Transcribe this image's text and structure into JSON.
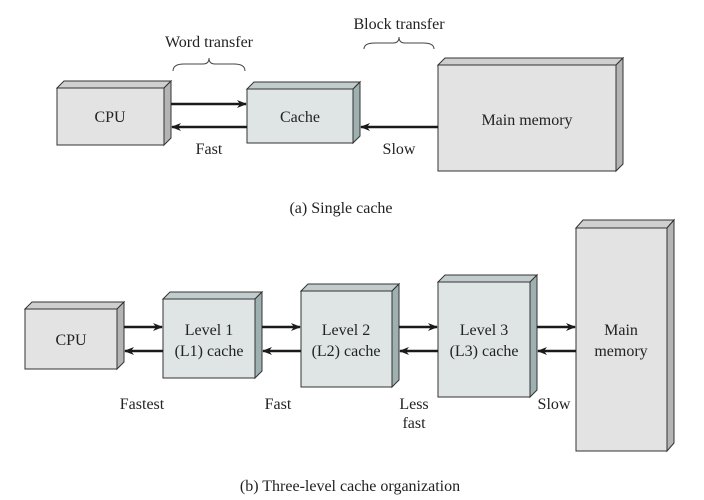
{
  "colors": {
    "gray_face": "#e3e3e3",
    "gray_top": "#cfcfcf",
    "gray_side": "#b4b4b4",
    "cache_face": "#dfe5e5",
    "cache_top": "#c3cccc",
    "cache_side": "#9fb0b0",
    "stroke": "#333333",
    "arrow": "#1a1a1a"
  },
  "single_cache": {
    "caption": "(a) Single cache",
    "cpu_label": "CPU",
    "cache_label": "Cache",
    "main_memory_label": "Main memory",
    "word_transfer_label": "Word transfer",
    "block_transfer_label": "Block transfer",
    "fast_label": "Fast",
    "slow_label": "Slow"
  },
  "three_level": {
    "caption": "(b) Three-level cache organization",
    "cpu_label": "CPU",
    "l1_line1": "Level 1",
    "l1_line2": "(L1) cache",
    "l2_line1": "Level 2",
    "l2_line2": "(L2) cache",
    "l3_line1": "Level 3",
    "l3_line2": "(L3) cache",
    "mem_line1": "Main",
    "mem_line2": "memory",
    "fastest_label": "Fastest",
    "fast_label": "Fast",
    "less_fast_line1": "Less",
    "less_fast_line2": "fast",
    "slow_label": "Slow"
  }
}
